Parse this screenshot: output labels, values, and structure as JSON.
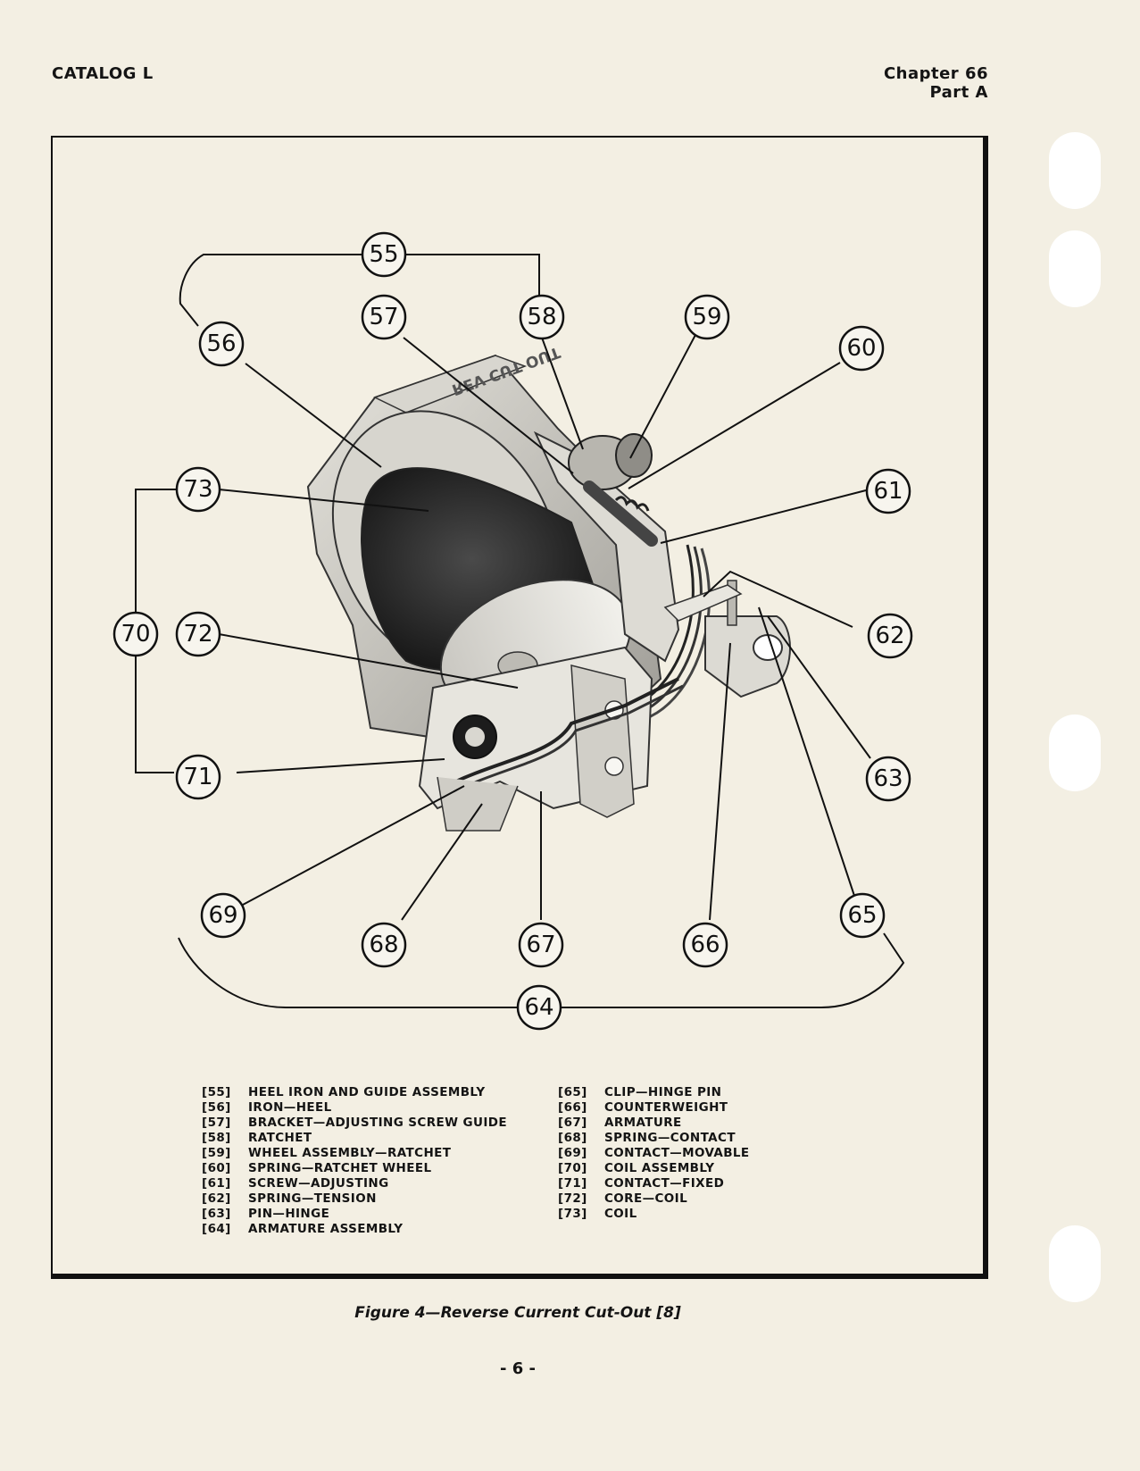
{
  "header": {
    "catalog": "CATALOG L",
    "chapter": "Chapter 66",
    "part": "Part A"
  },
  "callouts": [
    "55",
    "56",
    "57",
    "58",
    "59",
    "60",
    "61",
    "62",
    "63",
    "64",
    "65",
    "66",
    "67",
    "68",
    "69",
    "70",
    "71",
    "72",
    "73"
  ],
  "legend": {
    "left": [
      {
        "num": "[55]",
        "text": "HEEL IRON AND GUIDE ASSEMBLY"
      },
      {
        "num": "[56]",
        "text": "IRON—HEEL"
      },
      {
        "num": "[57]",
        "text": "BRACKET—ADJUSTING SCREW GUIDE"
      },
      {
        "num": "[58]",
        "text": "RATCHET"
      },
      {
        "num": "[59]",
        "text": "WHEEL ASSEMBLY—RATCHET"
      },
      {
        "num": "[60]",
        "text": "SPRING—RATCHET WHEEL"
      },
      {
        "num": "[61]",
        "text": "SCREW—ADJUSTING"
      },
      {
        "num": "[62]",
        "text": "SPRING—TENSION"
      },
      {
        "num": "[63]",
        "text": "PIN—HINGE"
      },
      {
        "num": "[64]",
        "text": "ARMATURE ASSEMBLY"
      }
    ],
    "right": [
      {
        "num": "[65]",
        "text": "CLIP—HINGE PIN"
      },
      {
        "num": "[66]",
        "text": "COUNTERWEIGHT"
      },
      {
        "num": "[67]",
        "text": "ARMATURE"
      },
      {
        "num": "[68]",
        "text": "SPRING—CONTACT"
      },
      {
        "num": "[69]",
        "text": "CONTACT—MOVABLE"
      },
      {
        "num": "[70]",
        "text": "COIL ASSEMBLY"
      },
      {
        "num": "[71]",
        "text": "CONTACT—FIXED"
      },
      {
        "num": "[72]",
        "text": "CORE—COIL"
      },
      {
        "num": "[73]",
        "text": "COIL"
      }
    ]
  },
  "device_label": "REV CUT OUT",
  "caption": "Figure 4—Reverse Current Cut-Out [8]",
  "page_number": "- 6 -"
}
